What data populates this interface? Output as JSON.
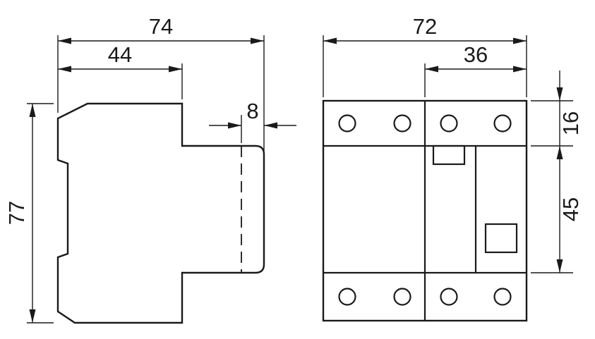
{
  "colors": {
    "background": "#ffffff",
    "line": "#1a1a1a"
  },
  "side_view": {
    "dim_overall_depth": "74",
    "dim_face_depth": "44",
    "dim_rail_depth": "8",
    "dim_height": "77"
  },
  "front_view": {
    "dim_overall_width": "72",
    "dim_module_width": "36",
    "dim_terminal_height": "16",
    "dim_body_height": "45"
  }
}
